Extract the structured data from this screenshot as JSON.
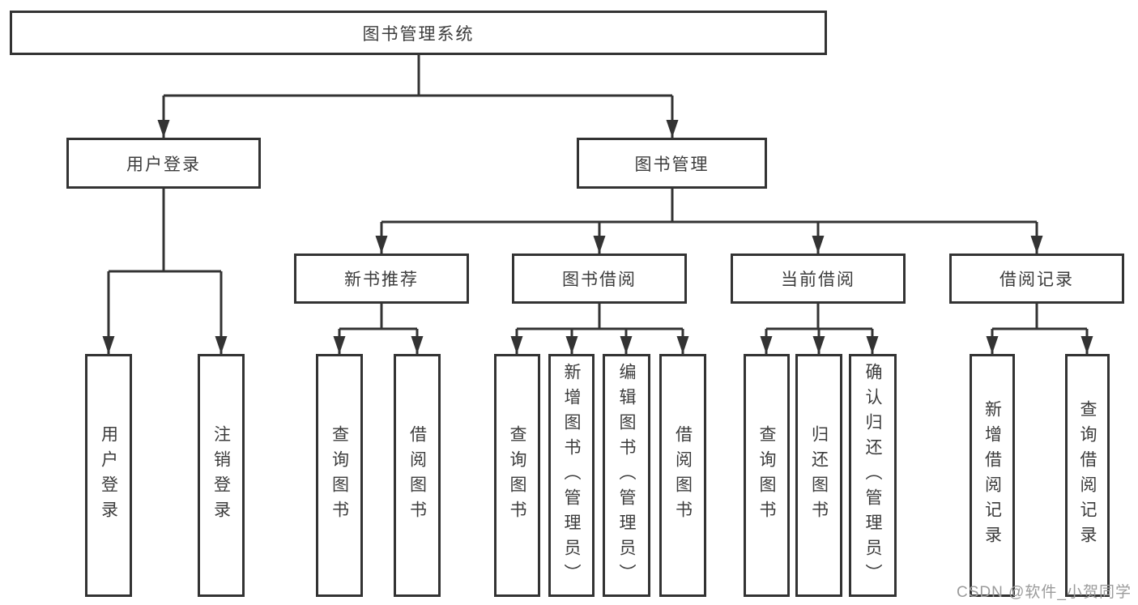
{
  "diagram": {
    "title": "图书管理系统",
    "nodes": {
      "root": "图书管理系统",
      "level2": [
        "用户登录",
        "图书管理"
      ],
      "level3": [
        "新书推荐",
        "图书借阅",
        "当前借阅",
        "借阅记录"
      ],
      "leaves_user": [
        "用户登录",
        "注销登录"
      ],
      "leaves_newbook": [
        "查询图书",
        "借阅图书"
      ],
      "leaves_borrow": [
        "查询图书",
        "新增图书（管理员）",
        "编辑图书（管理员）",
        "借阅图书"
      ],
      "leaves_current": [
        "查询图书",
        "归还图书",
        "确认归还（管理员）"
      ],
      "leaves_records": [
        "新增借阅记录",
        "查询借阅记录"
      ]
    },
    "colors": {
      "line": "#333333",
      "box_border": "#333333",
      "text": "#3c3c3c",
      "background": "#ffffff",
      "watermark": "#9b9b9b"
    }
  },
  "watermark": "CSDN @软件_小贺同学"
}
